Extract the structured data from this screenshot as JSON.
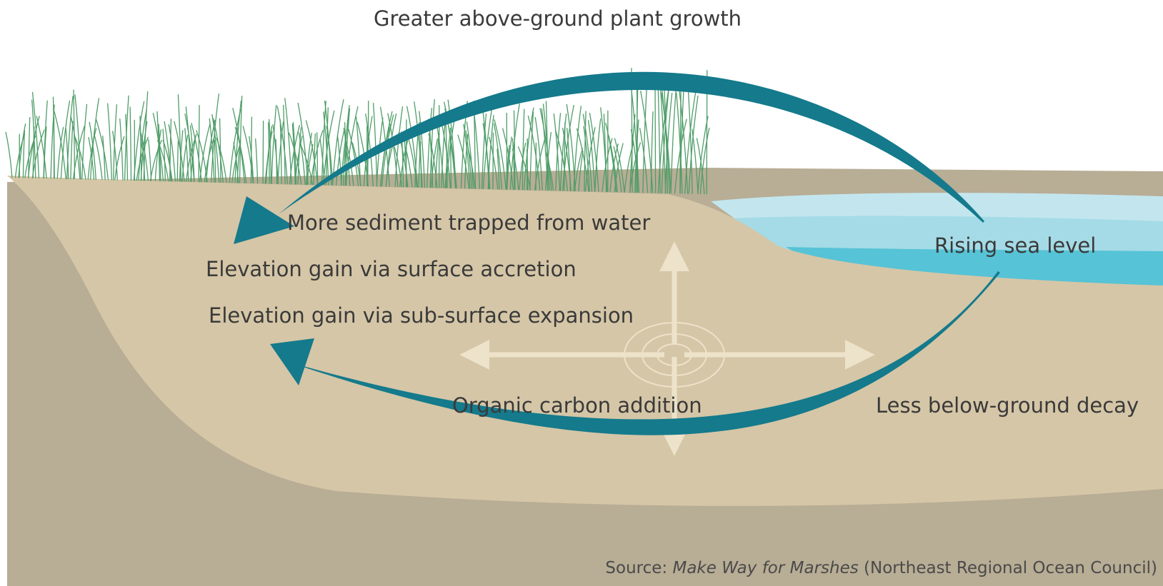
{
  "labels": {
    "plant_growth": "Greater above-ground plant growth",
    "sediment": "More sediment trapped from water",
    "surface_accretion": "Elevation gain via surface accretion",
    "subsurface_expansion": "Elevation gain via sub-surface expansion",
    "organic_carbon": "Organic carbon addition",
    "sea_level": "Rising sea level",
    "decay": "Less below-ground decay"
  },
  "source": {
    "prefix": "Source: ",
    "title": "Make Way for Marshes",
    "suffix": " (Northeast Regional Ocean Council)"
  },
  "colors": {
    "arrow": "#147a8c",
    "marsh_soil": "#d5c6a7",
    "deep_soil": "#b8ad95",
    "water_light": "#c3e6ee",
    "water_mid": "#a4dbe6",
    "water_deep": "#56c3d6",
    "grass": "#4f9d68",
    "expansion_arrow": "#ede2ca"
  }
}
